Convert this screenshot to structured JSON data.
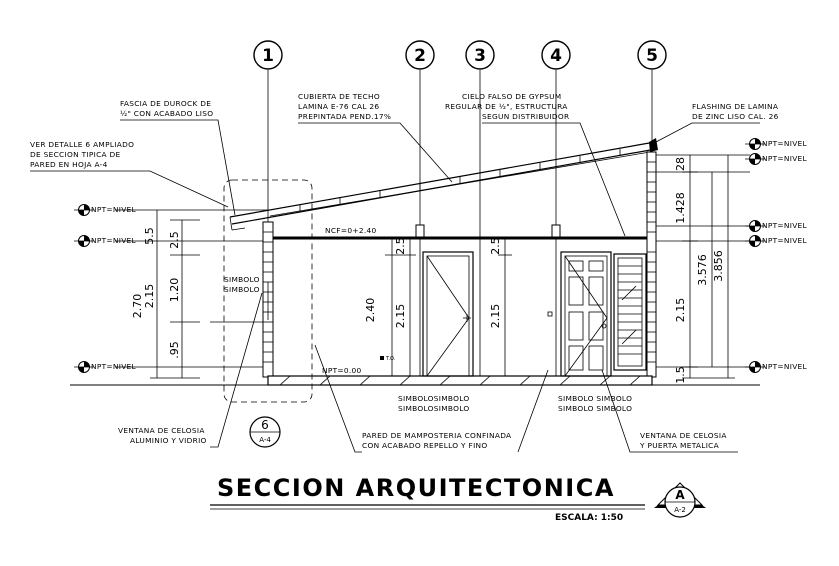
{
  "drawing": {
    "title": "SECCION ARQUITECTONICA",
    "scale": "ESCALA: 1:50",
    "section_marker": {
      "letter": "A",
      "sheet": "A-2"
    },
    "detail_marker": {
      "number": "6",
      "sheet": "A-4"
    },
    "grid_axes": [
      "1",
      "2",
      "3",
      "4",
      "5"
    ],
    "level_markers": {
      "left": [
        "NPT=NIVEL",
        "NPT=NIVEL",
        "NPT=NIVEL"
      ],
      "right": [
        "NPT=NIVEL",
        "NPT=NIVEL",
        "NPT=NIVEL",
        "NPT=NIVEL",
        "NPT=NIVEL"
      ]
    },
    "level_labels": {
      "ncf": "NCF=0+2.40",
      "npt": "NPT=0.00",
      "to": "T.O."
    },
    "notes": {
      "fascia": [
        "FASCIA DE DUROCK DE",
        "½\" CON ACABADO LISO"
      ],
      "detalle": [
        "VER DETALLE 6 AMPLIADO",
        "DE SECCION TIPICA DE",
        "PARED EN HOJA A-4"
      ],
      "cubierta": [
        "CUBIERTA DE TECHO",
        "LAMINA E-76 CAL 26",
        "PREPINTADA PEND.17%"
      ],
      "cielo": [
        "CIELO FALSO DE GYPSUM",
        "REGULAR DE ½\", ESTRUCTURA",
        "SEGUN DISTRIBUIDOR"
      ],
      "flashing": [
        "FLASHING DE LAMINA",
        "DE ZINC LISO CAL. 26"
      ],
      "ventana_left": [
        "VENTANA DE CELOSIA",
        "ALUMINIO Y VIDRIO"
      ],
      "pared": [
        "PARED DE MAMPOSTERIA CONFINADA",
        "CON ACABADO REPELLO Y FINO"
      ],
      "ventana_right": [
        "VENTANA DE CELOSIA",
        "Y PUERTA METALICA"
      ]
    },
    "symbols": {
      "left": [
        "SIMBOLO",
        "SIMBOLO"
      ],
      "center": [
        "SIMBOLOSIMBOLO",
        "SIMBOLOSIMBOLO"
      ],
      "right": [
        "SIMBOLO SIMBOLO",
        "SIMBOLO SIMBOLO"
      ]
    },
    "dimensions": {
      "left_outer": "2.70",
      "left_a": "5.5",
      "left_b": "2.15",
      "left_c": "2.5",
      "left_d": "1.20",
      "left_e": ".95",
      "mid_a": "2.40",
      "mid_b": "2.15",
      "mid_c": "2.5",
      "axis3_a": "2.15",
      "axis3_b": "2.5",
      "right_a": "28",
      "right_b": "1.428",
      "right_c": "3.576",
      "right_d": "3.856",
      "right_e": "2.15",
      "right_f": "1.5"
    }
  }
}
